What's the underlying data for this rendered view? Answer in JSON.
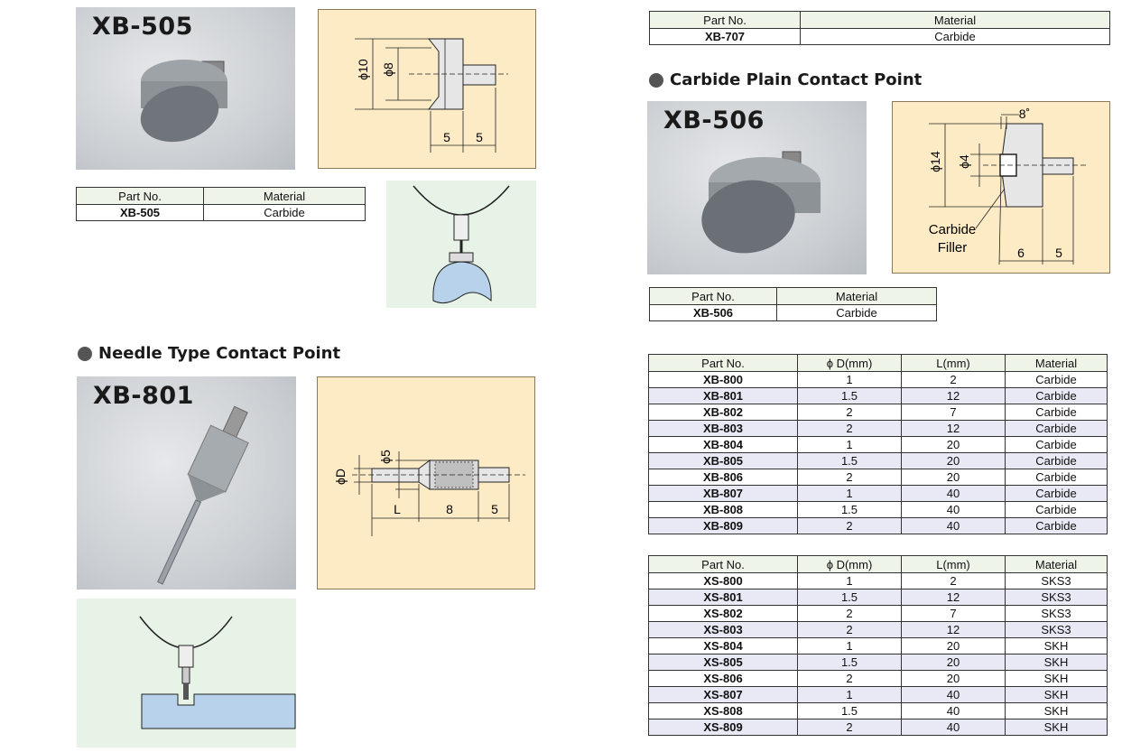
{
  "xb505": {
    "title": "XB-505",
    "dims": {
      "d_outer": "ϕ10",
      "d_inner": "ϕ8",
      "len_a": "5",
      "len_b": "5"
    },
    "table": {
      "headers": [
        "Part No.",
        "Material"
      ],
      "rows": [
        [
          "XB-505",
          "Carbide"
        ]
      ]
    }
  },
  "xb707": {
    "table": {
      "headers": [
        "Part No.",
        "Material"
      ],
      "rows": [
        [
          "XB-707",
          "Carbide"
        ]
      ]
    }
  },
  "xb506": {
    "heading": "Carbide Plain Contact Point",
    "title": "XB-506",
    "dims": {
      "angle": "8˚",
      "d_outer": "ϕ14",
      "d_inner": "ϕ4",
      "filler_line1": "Carbide",
      "filler_line2": "Filler",
      "len_a": "6",
      "len_b": "5"
    },
    "table": {
      "headers": [
        "Part No.",
        "Material"
      ],
      "rows": [
        [
          "XB-506",
          "Carbide"
        ]
      ]
    }
  },
  "xb801": {
    "heading": "Needle Type Contact Point",
    "title": "XB-801",
    "dims": {
      "d_needle": "ϕD",
      "d_body": "ϕ5",
      "len_l": "L",
      "len_a": "8",
      "len_b": "5"
    }
  },
  "needle_table_xb": {
    "headers": [
      "Part No.",
      "ϕ D(mm)",
      "L(mm)",
      "Material"
    ],
    "rows": [
      [
        "XB-800",
        "1",
        "2",
        "Carbide"
      ],
      [
        "XB-801",
        "1.5",
        "12",
        "Carbide"
      ],
      [
        "XB-802",
        "2",
        "7",
        "Carbide"
      ],
      [
        "XB-803",
        "2",
        "12",
        "Carbide"
      ],
      [
        "XB-804",
        "1",
        "20",
        "Carbide"
      ],
      [
        "XB-805",
        "1.5",
        "20",
        "Carbide"
      ],
      [
        "XB-806",
        "2",
        "20",
        "Carbide"
      ],
      [
        "XB-807",
        "1",
        "40",
        "Carbide"
      ],
      [
        "XB-808",
        "1.5",
        "40",
        "Carbide"
      ],
      [
        "XB-809",
        "2",
        "40",
        "Carbide"
      ]
    ]
  },
  "needle_table_xs": {
    "headers": [
      "Part No.",
      "ϕ D(mm)",
      "L(mm)",
      "Material"
    ],
    "rows": [
      [
        "XS-800",
        "1",
        "2",
        "SKS3"
      ],
      [
        "XS-801",
        "1.5",
        "12",
        "SKS3"
      ],
      [
        "XS-802",
        "2",
        "7",
        "SKS3"
      ],
      [
        "XS-803",
        "2",
        "12",
        "SKS3"
      ],
      [
        "XS-804",
        "1",
        "20",
        "SKH"
      ],
      [
        "XS-805",
        "1.5",
        "20",
        "SKH"
      ],
      [
        "XS-806",
        "2",
        "20",
        "SKH"
      ],
      [
        "XS-807",
        "1",
        "40",
        "SKH"
      ],
      [
        "XS-808",
        "1.5",
        "40",
        "SKH"
      ],
      [
        "XS-809",
        "2",
        "40",
        "SKH"
      ]
    ]
  }
}
